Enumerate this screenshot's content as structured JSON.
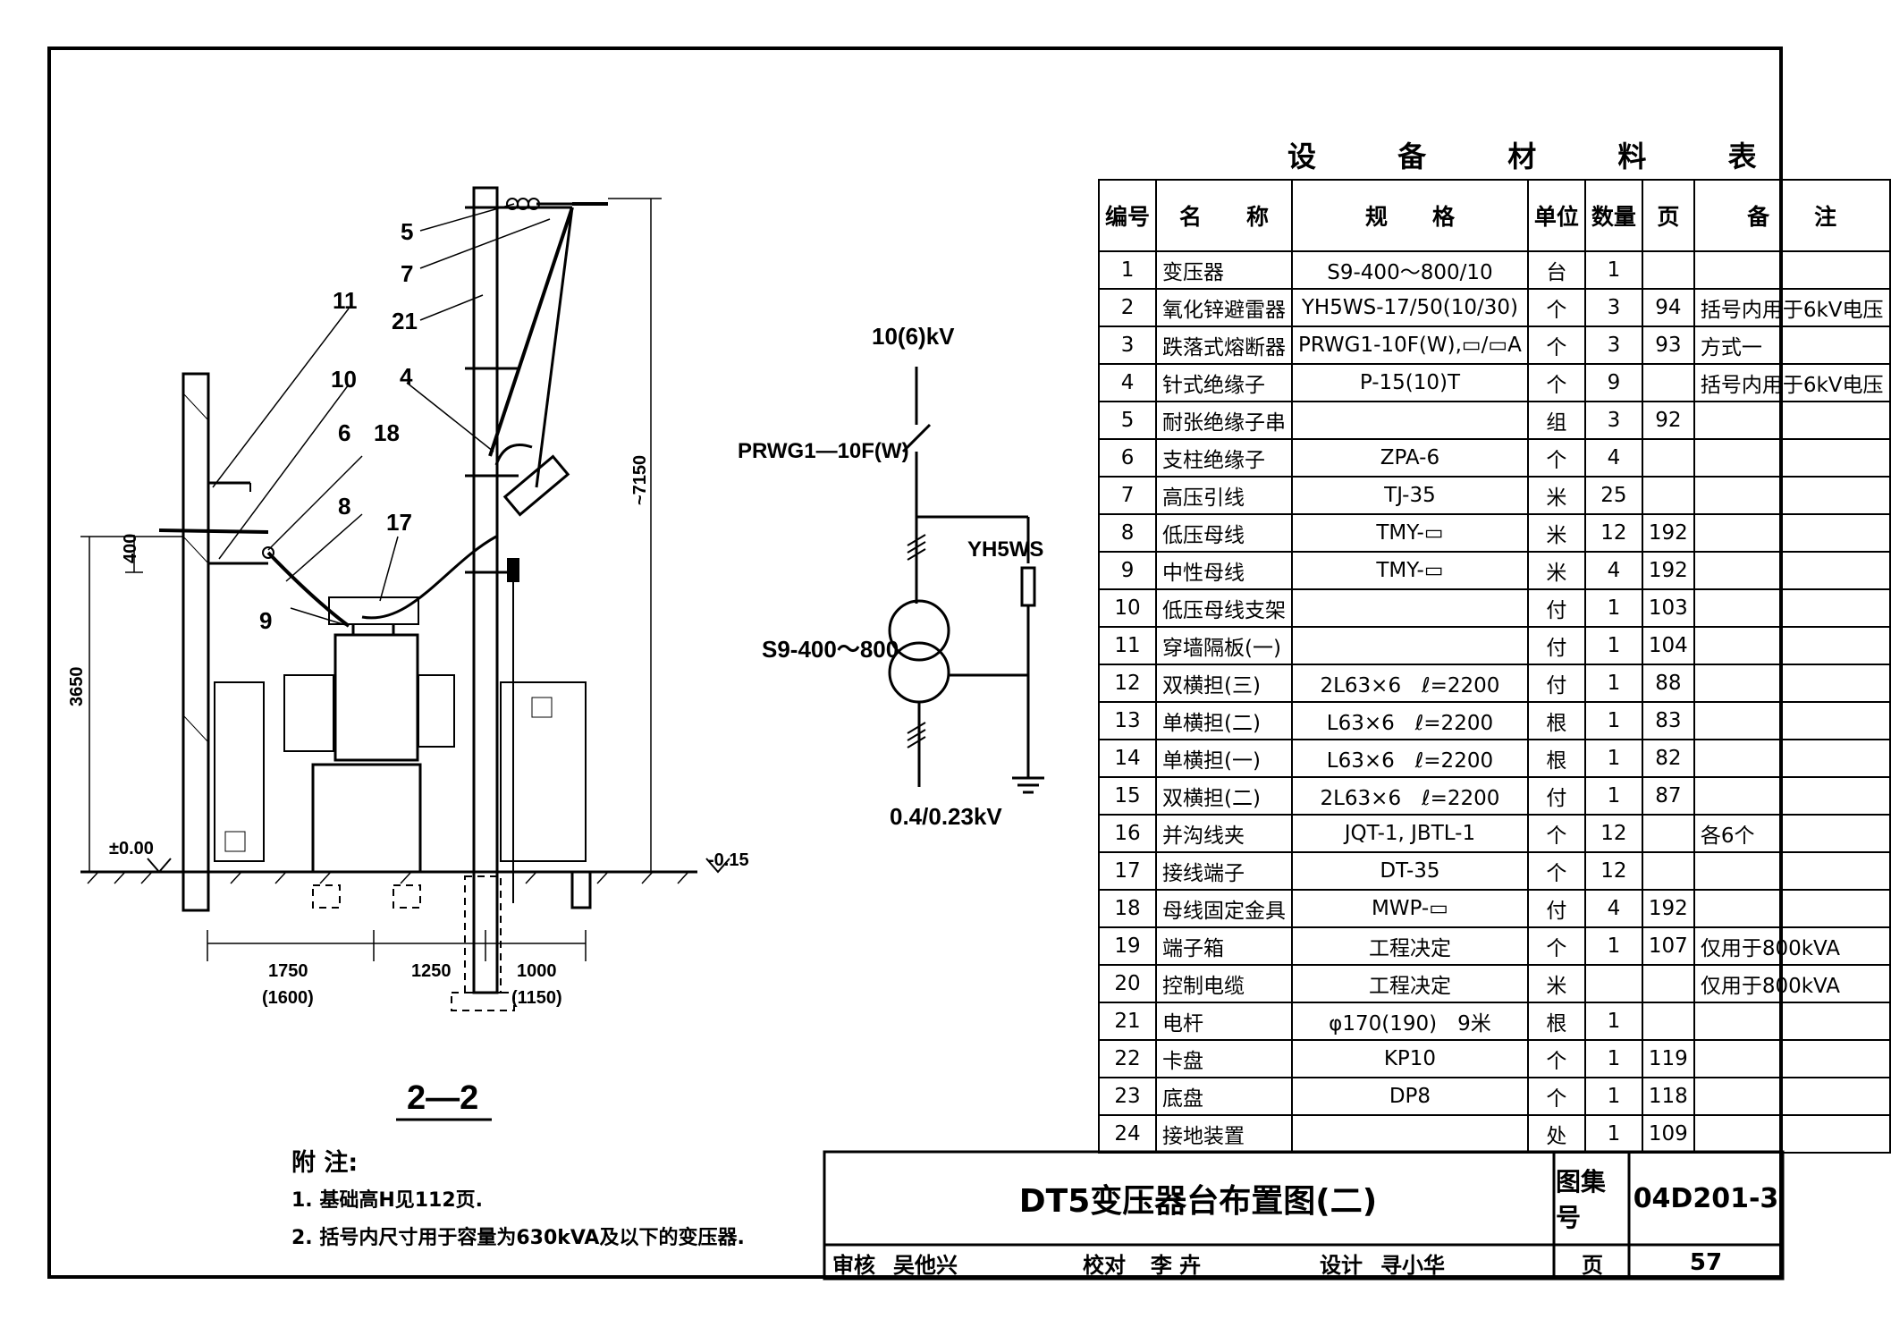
{
  "table_title": "设 备 材 料 表",
  "table_headers": [
    "编号",
    "名　　称",
    "规　　格",
    "单位",
    "数量",
    "页",
    "备　　注"
  ],
  "rows": [
    [
      "1",
      "变压器",
      "S9-400～800/10",
      "台",
      "1",
      "",
      ""
    ],
    [
      "2",
      "氧化锌避雷器",
      "YH5WS-17/50(10/30)",
      "个",
      "3",
      "94",
      "括号内用于6kV电压"
    ],
    [
      "3",
      "跌落式熔断器",
      "PRWG1-10F(W),▭/▭A",
      "个",
      "3",
      "93",
      "方式一"
    ],
    [
      "4",
      "针式绝缘子",
      "P-15(10)T",
      "个",
      "9",
      "",
      "括号内用于6kV电压"
    ],
    [
      "5",
      "耐张绝缘子串",
      "",
      "组",
      "3",
      "92",
      ""
    ],
    [
      "6",
      "支柱绝缘子",
      "ZPA-6",
      "个",
      "4",
      "",
      ""
    ],
    [
      "7",
      "高压引线",
      "TJ-35",
      "米",
      "25",
      "",
      ""
    ],
    [
      "8",
      "低压母线",
      "TMY-▭",
      "米",
      "12",
      "192",
      ""
    ],
    [
      "9",
      "中性母线",
      "TMY-▭",
      "米",
      "4",
      "192",
      ""
    ],
    [
      "10",
      "低压母线支架",
      "",
      "付",
      "1",
      "103",
      ""
    ],
    [
      "11",
      "穿墙隔板(一)",
      "",
      "付",
      "1",
      "104",
      ""
    ],
    [
      "12",
      "双横担(三)",
      "2L63×6　ℓ=2200",
      "付",
      "1",
      "88",
      ""
    ],
    [
      "13",
      "单横担(二)",
      "L63×6　ℓ=2200",
      "根",
      "1",
      "83",
      ""
    ],
    [
      "14",
      "单横担(一)",
      "L63×6　ℓ=2200",
      "根",
      "1",
      "82",
      ""
    ],
    [
      "15",
      "双横担(二)",
      "2L63×6　ℓ=2200",
      "付",
      "1",
      "87",
      ""
    ],
    [
      "16",
      "并沟线夹",
      "JQT-1, JBTL-1",
      "个",
      "12",
      "",
      "各6个"
    ],
    [
      "17",
      "接线端子",
      "DT-35",
      "个",
      "12",
      "",
      ""
    ],
    [
      "18",
      "母线固定金具",
      "MWP-▭",
      "付",
      "4",
      "192",
      ""
    ],
    [
      "19",
      "端子箱",
      "工程决定",
      "个",
      "1",
      "107",
      "仅用于800kVA"
    ],
    [
      "20",
      "控制电缆",
      "工程决定",
      "米",
      "",
      "",
      "仅用于800kVA"
    ],
    [
      "21",
      "电杆",
      "φ170(190)　9米",
      "根",
      "1",
      "",
      ""
    ],
    [
      "22",
      "卡盘",
      "KP10",
      "个",
      "1",
      "119",
      ""
    ],
    [
      "23",
      "底盘",
      "DP8",
      "个",
      "1",
      "118",
      ""
    ],
    [
      "24",
      "接地装置",
      "",
      "处",
      "1",
      "109",
      ""
    ]
  ],
  "section_label": "2—2",
  "dims": {
    "d1750": "1750",
    "d1600": "(1600)",
    "d1250": "1250",
    "d1000": "1000",
    "d1150": "(1150)",
    "d3650": "3650",
    "d400": "400",
    "d7150": "~7150",
    "pm0": "±0.00",
    "m015": "-0.15"
  },
  "callouts": [
    "5",
    "7",
    "21",
    "11",
    "10",
    "4",
    "6",
    "18",
    "8",
    "17",
    "9"
  ],
  "schematic": {
    "voltage_hv": "10(6)kV",
    "fuse": "PRWG1—10F(W)",
    "arrester": "YH5WS",
    "transformer": "S9-400～800",
    "voltage_lv": "0.4/0.23kV"
  },
  "notes": {
    "heading": "附 注:",
    "n1": "1. 基础高H见112页.",
    "n2": "2. 括号内尺寸用于容量为630kVA及以下的变压器."
  },
  "title_block": {
    "drawing_title": "DT5变压器台布置图(二)",
    "atlas_label": "图集号",
    "atlas_no": "04D201-3",
    "review_label": "审核",
    "reviewer": "吴他兴",
    "check_label": "校对",
    "checker": "李 卉",
    "design_label": "设计",
    "designer": "寻小华",
    "page_label": "页",
    "page_no": "57"
  }
}
